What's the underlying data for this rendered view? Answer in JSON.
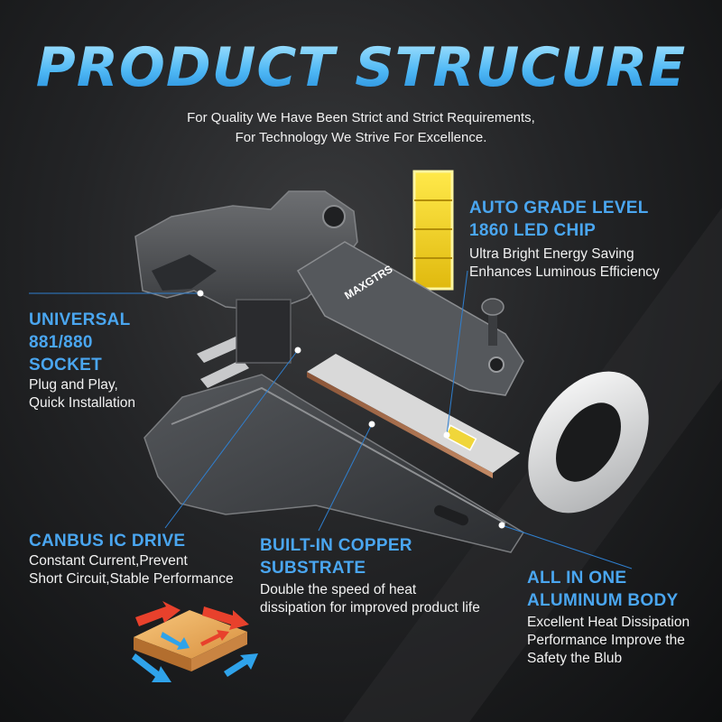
{
  "header": {
    "title": "PRODUCT STRUCURE",
    "subtitle_line1": "For Quality We Have Been Strict and Strict Requirements,",
    "subtitle_line2": "For Technology We Strive For Excellence."
  },
  "brand": {
    "logo_text": "MAXGTRS"
  },
  "callouts": {
    "led_chip": {
      "head_line1": "AUTO GRADE LEVEL",
      "head_line2": "1860 LED CHIP",
      "desc_line1": "Ultra Bright Energy Saving",
      "desc_line2": "Enhances Luminous Efficiency"
    },
    "socket": {
      "head_line1": "UNIVERSAL",
      "head_line2": "881/880",
      "head_line3": "SOCKET",
      "desc_line1": "Plug and Play,",
      "desc_line2": "Quick Installation"
    },
    "canbus": {
      "head_line1": "CANBUS IC DRIVE",
      "desc_line1": "Constant Current,Prevent",
      "desc_line2": "Short Circuit,Stable Performance"
    },
    "copper": {
      "head_line1": "BUILT-IN COPPER",
      "head_line2": "SUBSTRATE",
      "desc_line1": "Double the speed of heat",
      "desc_line2": "dissipation for improved product life"
    },
    "aluminum": {
      "head_line1": "ALL IN ONE",
      "head_line2": "ALUMINUM BODY",
      "desc_line1": "Excellent Heat Dissipation",
      "desc_line2": "Performance Improve the",
      "desc_line3": "Safety the Blub"
    }
  },
  "colors": {
    "accent_blue": "#4aa6f0",
    "led_yellow": "#f2d21a",
    "copper": "#b87a55",
    "heat_red": "#e8412c",
    "cool_blue": "#2fa3ea"
  }
}
